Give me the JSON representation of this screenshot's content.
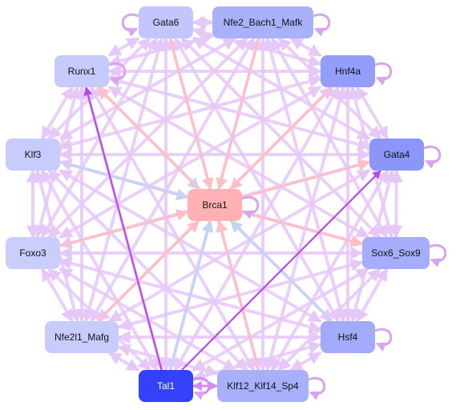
{
  "colors": {
    "edge_default": "#e6c8f8",
    "edge_strong": "#b54be6",
    "edge_mid": "#cf8ef0",
    "edge_pink": "#ffbfc4",
    "edge_blue": "#c4d4f6",
    "self_loop": "#d8a4f0",
    "brca1_fill": "#ffb1b4",
    "tal1_fill": "#3342f8",
    "label_dark": "#111111",
    "label_light": "#ffffff"
  },
  "nodes": [
    {
      "id": "brca1",
      "label": "Brca1",
      "fill": "#ffb1b4",
      "text": "#111111",
      "self_loop": "right"
    },
    {
      "id": "gata6",
      "label": "Gata6",
      "fill": "#c2c6fc",
      "text": "#111111",
      "self_loop": "left"
    },
    {
      "id": "nfe2",
      "label": "Nfe2_Bach1_Mafk",
      "fill": "#aab1fb",
      "text": "#111111",
      "self_loop": "right"
    },
    {
      "id": "runx1",
      "label": "Runx1",
      "fill": "#c6cafc",
      "text": "#111111",
      "self_loop": "right"
    },
    {
      "id": "hnf4a",
      "label": "Hnf4a",
      "fill": "#949efa",
      "text": "#111111",
      "self_loop": "right"
    },
    {
      "id": "klf3",
      "label": "Klf3",
      "fill": "#c8ccfc",
      "text": "#111111",
      "self_loop": "none"
    },
    {
      "id": "gata4",
      "label": "Gata4",
      "fill": "#8c96fa",
      "text": "#111111",
      "self_loop": "right"
    },
    {
      "id": "foxo3",
      "label": "Foxo3",
      "fill": "#cacefc",
      "text": "#111111",
      "self_loop": "none"
    },
    {
      "id": "sox6",
      "label": "Sox6_Sox9",
      "fill": "#a6aefb",
      "text": "#111111",
      "self_loop": "right"
    },
    {
      "id": "nfe2l1",
      "label": "Nfe2l1_Mafg",
      "fill": "#c8ccfc",
      "text": "#111111",
      "self_loop": "none"
    },
    {
      "id": "hsf4",
      "label": "Hsf4",
      "fill": "#a2aafb",
      "text": "#111111",
      "self_loop": "right"
    },
    {
      "id": "tal1",
      "label": "Tal1",
      "fill": "#3342f8",
      "text": "#ffffff",
      "self_loop": "right"
    },
    {
      "id": "klf12",
      "label": "Klf12_Klf14_Sp4",
      "fill": "#a8b0fb",
      "text": "#111111",
      "self_loop": "right"
    }
  ],
  "edges": [
    {
      "from": "gata6",
      "to": "brca1",
      "style": "pink"
    },
    {
      "from": "nfe2",
      "to": "brca1",
      "style": "pink"
    },
    {
      "from": "runx1",
      "to": "brca1",
      "style": "blue"
    },
    {
      "from": "hnf4a",
      "to": "brca1",
      "style": "pink"
    },
    {
      "from": "klf3",
      "to": "brca1",
      "style": "blue"
    },
    {
      "from": "foxo3",
      "to": "brca1",
      "style": "pink"
    },
    {
      "from": "brca1",
      "to": "sox6",
      "style": "pink"
    },
    {
      "from": "nfe2l1",
      "to": "brca1",
      "style": "pink"
    },
    {
      "from": "hsf4",
      "to": "brca1",
      "style": "blue"
    },
    {
      "from": "tal1",
      "to": "brca1",
      "style": "blue"
    },
    {
      "from": "klf12",
      "to": "brca1",
      "style": "pink"
    },
    {
      "from": "brca1",
      "to": "gata4",
      "style": "pink"
    },
    {
      "from": "brca1",
      "to": "runx1",
      "style": "pink"
    },
    {
      "from": "tal1",
      "to": "runx1",
      "style": "strong"
    },
    {
      "from": "tal1",
      "to": "gata4",
      "style": "strong"
    },
    {
      "from": "tal1",
      "to": "klf12",
      "style": "mid"
    },
    {
      "from": "klf12",
      "to": "tal1",
      "style": "mid"
    },
    {
      "from": "gata6",
      "to": "nfe2",
      "style": "default"
    },
    {
      "from": "gata6",
      "to": "runx1",
      "style": "default"
    },
    {
      "from": "gata6",
      "to": "hnf4a",
      "style": "default"
    },
    {
      "from": "gata6",
      "to": "gata4",
      "style": "default"
    },
    {
      "from": "gata6",
      "to": "klf3",
      "style": "default"
    },
    {
      "from": "gata6",
      "to": "sox6",
      "style": "default"
    },
    {
      "from": "gata6",
      "to": "tal1",
      "style": "default"
    },
    {
      "from": "gata6",
      "to": "klf12",
      "style": "default"
    },
    {
      "from": "gata6",
      "to": "hsf4",
      "style": "default"
    },
    {
      "from": "nfe2",
      "to": "runx1",
      "style": "default"
    },
    {
      "from": "nfe2",
      "to": "hnf4a",
      "style": "default"
    },
    {
      "from": "nfe2",
      "to": "klf3",
      "style": "default"
    },
    {
      "from": "nfe2",
      "to": "gata4",
      "style": "default"
    },
    {
      "from": "nfe2",
      "to": "foxo3",
      "style": "default"
    },
    {
      "from": "nfe2",
      "to": "nfe2l1",
      "style": "default"
    },
    {
      "from": "nfe2",
      "to": "sox6",
      "style": "default"
    },
    {
      "from": "nfe2",
      "to": "tal1",
      "style": "default"
    },
    {
      "from": "nfe2",
      "to": "hsf4",
      "style": "default"
    },
    {
      "from": "runx1",
      "to": "hnf4a",
      "style": "default"
    },
    {
      "from": "runx1",
      "to": "klf3",
      "style": "default"
    },
    {
      "from": "runx1",
      "to": "gata4",
      "style": "default"
    },
    {
      "from": "runx1",
      "to": "foxo3",
      "style": "default"
    },
    {
      "from": "runx1",
      "to": "sox6",
      "style": "default"
    },
    {
      "from": "runx1",
      "to": "nfe2l1",
      "style": "default"
    },
    {
      "from": "runx1",
      "to": "hsf4",
      "style": "default"
    },
    {
      "from": "runx1",
      "to": "klf12",
      "style": "default"
    },
    {
      "from": "hnf4a",
      "to": "gata4",
      "style": "default"
    },
    {
      "from": "hnf4a",
      "to": "klf3",
      "style": "default"
    },
    {
      "from": "hnf4a",
      "to": "foxo3",
      "style": "default"
    },
    {
      "from": "hnf4a",
      "to": "sox6",
      "style": "default"
    },
    {
      "from": "hnf4a",
      "to": "nfe2l1",
      "style": "default"
    },
    {
      "from": "hnf4a",
      "to": "hsf4",
      "style": "default"
    },
    {
      "from": "hnf4a",
      "to": "tal1",
      "style": "default"
    },
    {
      "from": "hnf4a",
      "to": "klf12",
      "style": "default"
    },
    {
      "from": "klf3",
      "to": "gata4",
      "style": "default"
    },
    {
      "from": "klf3",
      "to": "foxo3",
      "style": "default"
    },
    {
      "from": "klf3",
      "to": "sox6",
      "style": "default"
    },
    {
      "from": "klf3",
      "to": "nfe2l1",
      "style": "default"
    },
    {
      "from": "klf3",
      "to": "hsf4",
      "style": "default"
    },
    {
      "from": "klf3",
      "to": "tal1",
      "style": "default"
    },
    {
      "from": "klf3",
      "to": "klf12",
      "style": "default"
    },
    {
      "from": "gata4",
      "to": "foxo3",
      "style": "default"
    },
    {
      "from": "gata4",
      "to": "sox6",
      "style": "default"
    },
    {
      "from": "gata4",
      "to": "nfe2l1",
      "style": "default"
    },
    {
      "from": "gata4",
      "to": "hsf4",
      "style": "default"
    },
    {
      "from": "gata4",
      "to": "klf12",
      "style": "default"
    },
    {
      "from": "foxo3",
      "to": "sox6",
      "style": "default"
    },
    {
      "from": "foxo3",
      "to": "nfe2l1",
      "style": "default"
    },
    {
      "from": "foxo3",
      "to": "hsf4",
      "style": "default"
    },
    {
      "from": "foxo3",
      "to": "tal1",
      "style": "default"
    },
    {
      "from": "foxo3",
      "to": "klf12",
      "style": "default"
    },
    {
      "from": "sox6",
      "to": "nfe2l1",
      "style": "default"
    },
    {
      "from": "sox6",
      "to": "hsf4",
      "style": "default"
    },
    {
      "from": "sox6",
      "to": "tal1",
      "style": "default"
    },
    {
      "from": "sox6",
      "to": "klf12",
      "style": "default"
    },
    {
      "from": "nfe2l1",
      "to": "hsf4",
      "style": "default"
    },
    {
      "from": "nfe2l1",
      "to": "tal1",
      "style": "default"
    },
    {
      "from": "nfe2l1",
      "to": "klf12",
      "style": "default"
    },
    {
      "from": "hsf4",
      "to": "tal1",
      "style": "default"
    },
    {
      "from": "hsf4",
      "to": "klf12",
      "style": "default"
    },
    {
      "from": "gata6",
      "to": "foxo3",
      "style": "default"
    },
    {
      "from": "gata6",
      "to": "nfe2l1",
      "style": "default"
    },
    {
      "from": "nfe2",
      "to": "klf12",
      "style": "default"
    },
    {
      "from": "runx1",
      "to": "tal1",
      "style": "default"
    }
  ]
}
